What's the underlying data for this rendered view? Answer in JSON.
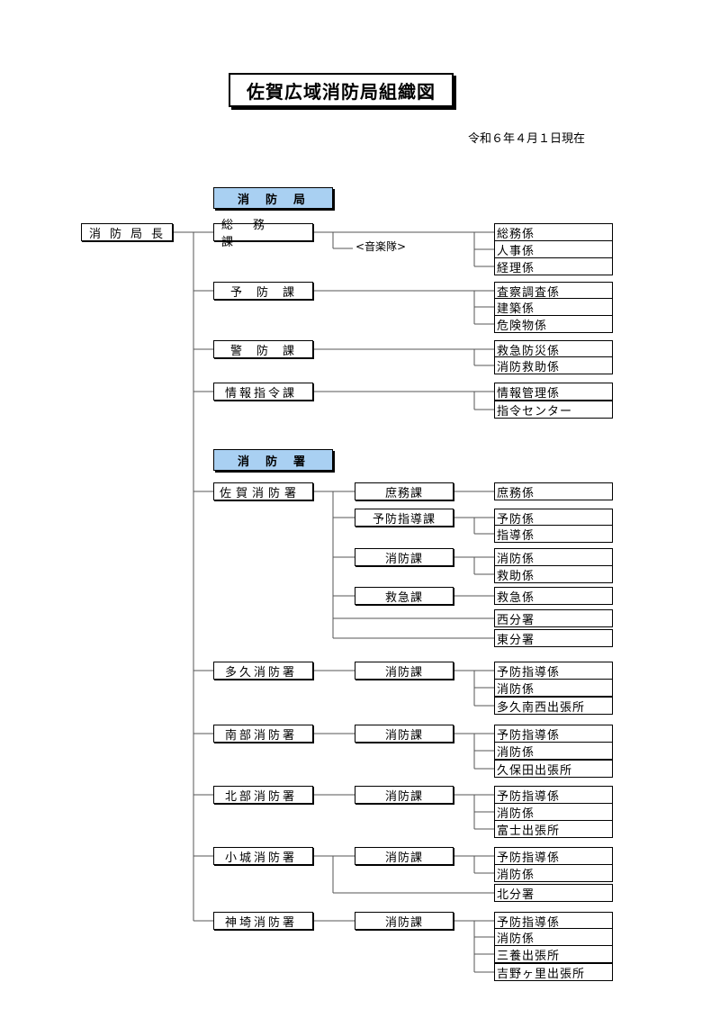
{
  "title": "佐賀広域消防局組織図",
  "date": "令和６年４月１日現在",
  "chief": "消防局長",
  "sections": {
    "bureau": "消防局",
    "stations": "消防署"
  },
  "bureau_divisions": [
    {
      "name": "総務課",
      "annotation": "<音楽隊>",
      "teams": [
        "総務係",
        "人事係",
        "経理係"
      ]
    },
    {
      "name": "予防課",
      "teams": [
        "査察調査係",
        "建築係",
        "危険物係"
      ]
    },
    {
      "name": "警防課",
      "teams": [
        "救急防災係",
        "消防救助係"
      ]
    },
    {
      "name": "情報指令課",
      "teams": [
        "情報管理係",
        "指令センター"
      ]
    }
  ],
  "stations": [
    {
      "name": "佐賀消防署",
      "sections": [
        {
          "name": "庶務課",
          "teams": [
            "庶務係"
          ]
        },
        {
          "name": "予防指導課",
          "teams": [
            "予防係",
            "指導係"
          ]
        },
        {
          "name": "消防課",
          "teams": [
            "消防係",
            "救助係"
          ]
        },
        {
          "name": "救急課",
          "teams": [
            "救急係"
          ]
        }
      ],
      "branches": [
        "西分署",
        "東分署"
      ]
    },
    {
      "name": "多久消防署",
      "sections": [
        {
          "name": "消防課",
          "teams": [
            "予防指導係",
            "消防係",
            "多久南西出張所"
          ]
        }
      ]
    },
    {
      "name": "南部消防署",
      "sections": [
        {
          "name": "消防課",
          "teams": [
            "予防指導係",
            "消防係",
            "久保田出張所"
          ]
        }
      ]
    },
    {
      "name": "北部消防署",
      "sections": [
        {
          "name": "消防課",
          "teams": [
            "予防指導係",
            "消防係",
            "富士出張所"
          ]
        }
      ]
    },
    {
      "name": "小城消防署",
      "sections": [
        {
          "name": "消防課",
          "teams": [
            "予防指導係",
            "消防係"
          ]
        }
      ],
      "branches": [
        "北分署"
      ]
    },
    {
      "name": "神埼消防署",
      "sections": [
        {
          "name": "消防課",
          "teams": [
            "予防指導係",
            "消防係",
            "三養出張所",
            "吉野ヶ里出張所"
          ]
        }
      ]
    }
  ]
}
